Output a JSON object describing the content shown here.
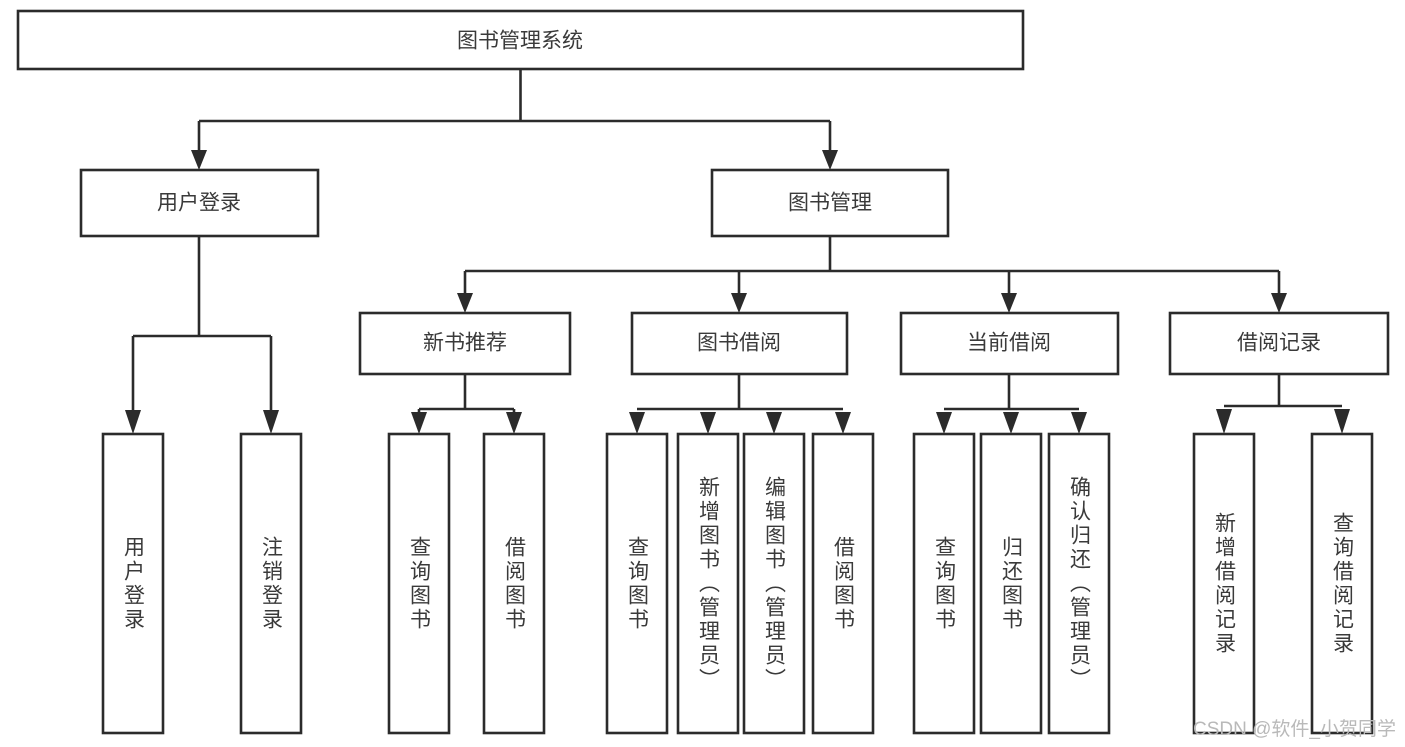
{
  "diagram": {
    "title": "图书管理系统",
    "type": "hierarchy-tree",
    "orientation": "top-down",
    "colors": {
      "node_fill": "#ffffff",
      "node_stroke": "#2b2b2b",
      "connector": "#2b2b2b",
      "label_text": "#3a3a3a",
      "watermark": "#b9b9b9",
      "background": "#ffffff"
    },
    "levels": {
      "root": {
        "label": "图书管理系统"
      },
      "level1": [
        {
          "id": "user-login",
          "label": "用户登录"
        },
        {
          "id": "book-management",
          "label": "图书管理"
        }
      ],
      "level2": [
        {
          "id": "new-book-recommend",
          "label": "新书推荐",
          "parent": "book-management"
        },
        {
          "id": "book-borrow",
          "label": "图书借阅",
          "parent": "book-management"
        },
        {
          "id": "current-borrow",
          "label": "当前借阅",
          "parent": "book-management"
        },
        {
          "id": "borrow-record",
          "label": "借阅记录",
          "parent": "book-management"
        }
      ],
      "leaves": {
        "user-login": [
          {
            "id": "leaf-user-login",
            "label": "用户登录"
          },
          {
            "id": "leaf-logout-login",
            "label": "注销登录"
          }
        ],
        "new-book-recommend": [
          {
            "id": "leaf-query-book-1",
            "label": "查询图书"
          },
          {
            "id": "leaf-borrow-book-1",
            "label": "借阅图书"
          }
        ],
        "book-borrow": [
          {
            "id": "leaf-query-book-2",
            "label": "查询图书"
          },
          {
            "id": "leaf-add-book",
            "label": "新增图书（管理员）"
          },
          {
            "id": "leaf-edit-book",
            "label": "编辑图书（管理员）"
          },
          {
            "id": "leaf-borrow-book-2",
            "label": "借阅图书"
          }
        ],
        "current-borrow": [
          {
            "id": "leaf-query-book-3",
            "label": "查询图书"
          },
          {
            "id": "leaf-return-book",
            "label": "归还图书"
          },
          {
            "id": "leaf-confirm-return",
            "label": "确认归还（管理员）"
          }
        ],
        "borrow-record": [
          {
            "id": "leaf-add-record",
            "label": "新增借阅记录"
          },
          {
            "id": "leaf-query-record",
            "label": "查询借阅记录"
          }
        ]
      }
    }
  },
  "watermark": {
    "text": "CSDN @软件_小贺同学"
  }
}
